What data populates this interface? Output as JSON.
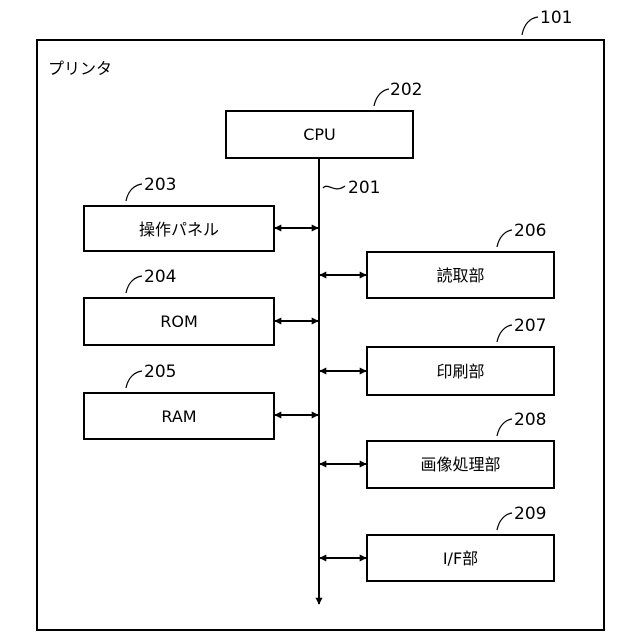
{
  "printer": {
    "title": "プリンタ",
    "ref": "101"
  },
  "bus": {
    "ref": "201"
  },
  "cpu": {
    "label": "CPU",
    "ref": "202"
  },
  "left_components": [
    {
      "label": "操作パネル",
      "ref": "203"
    },
    {
      "label": "ROM",
      "ref": "204"
    },
    {
      "label": "RAM",
      "ref": "205"
    }
  ],
  "right_components": [
    {
      "label": "読取部",
      "ref": "206"
    },
    {
      "label": "印刷部",
      "ref": "207"
    },
    {
      "label": "画像処理部",
      "ref": "208"
    },
    {
      "label": "I/F部",
      "ref": "209"
    }
  ]
}
